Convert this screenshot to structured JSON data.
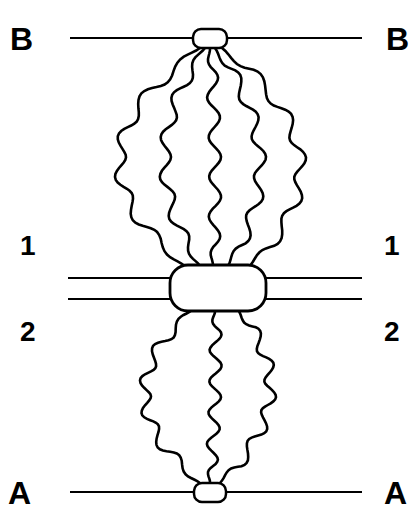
{
  "diagram": {
    "labels": [
      "B",
      "B",
      "1",
      "1",
      "2",
      "2",
      "A",
      "A"
    ]
  }
}
